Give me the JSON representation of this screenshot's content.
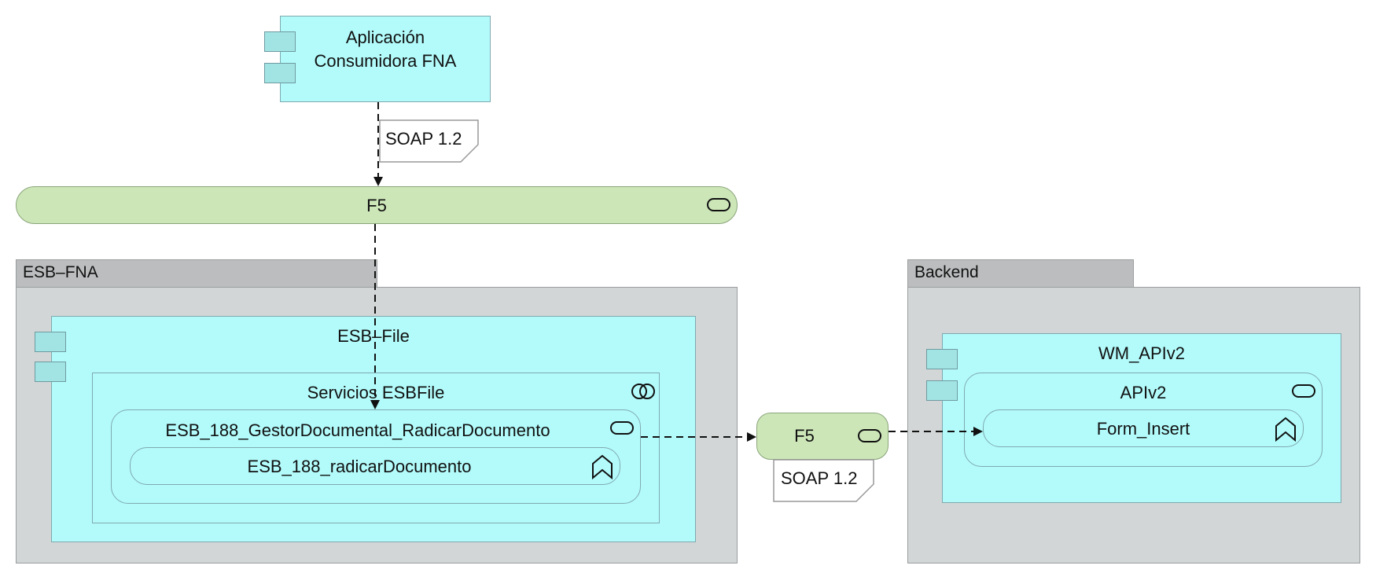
{
  "app": {
    "title": "Aplicación Consumidora FNA",
    "title_line1": "Aplicación",
    "title_line2": "Consumidora FNA"
  },
  "f5_top": {
    "label": "F5"
  },
  "f5_mid": {
    "label": "F5"
  },
  "notes": {
    "top": "SOAP 1.2",
    "bottom": "SOAP 1.2"
  },
  "esb_fna": {
    "group_label": "ESB–FNA",
    "component": "ESB–File",
    "collaboration": "Servicios ESBFile",
    "interface": "ESB_188_GestorDocumental_RadicarDocumento",
    "function": "ESB_188_radicarDocumento"
  },
  "backend": {
    "group_label": "Backend",
    "component": "WM_APIv2",
    "interface": "APIv2",
    "function": "Form_Insert"
  },
  "colors": {
    "component_fill": "#b3fbfb",
    "technology_service_fill": "#cce6b8",
    "group_fill": "#d2d6d6",
    "group_tab_fill": "#bbbdbe"
  }
}
